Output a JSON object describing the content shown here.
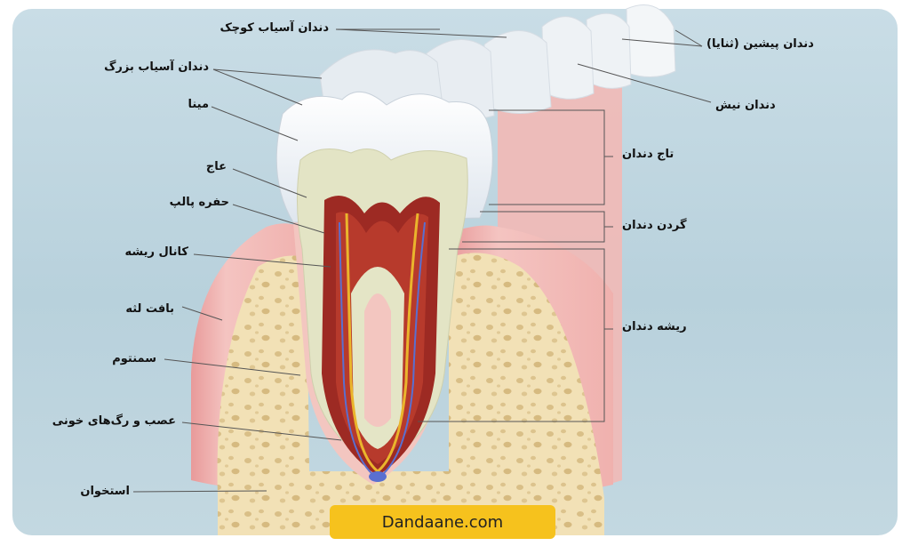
{
  "labels": {
    "premolar": "دندان آسیاب کوچک",
    "molar": "دندان آسیاب بزرگ",
    "enamel": "مینا",
    "dentin": "عاج",
    "pulp_chamber": "حفره پالپ",
    "root_canal": "کانال ریشه",
    "gum_tissue": "بافت لثه",
    "cementum": "سمنتوم",
    "nerves_vessels": "عصب و رگ‌های خونی",
    "bone": "استخوان",
    "incisors": "دندان پیشین (ثنایا)",
    "canine": "دندان نیش",
    "crown": "تاج دندان",
    "neck": "گردن دندان",
    "root": "ریشه دندان"
  },
  "watermark": "Dandaane.com",
  "colors": {
    "background": "#bcd3de",
    "enamel": "#eef2f6",
    "dentin": "#e6e6c8",
    "pulp": "#9c2a24",
    "gum": "#f0b4b2",
    "bone": "#f1dfb4",
    "nerve": "#e9b52a",
    "vessel": "#5a6fd0",
    "brand": "#f6c21d"
  }
}
